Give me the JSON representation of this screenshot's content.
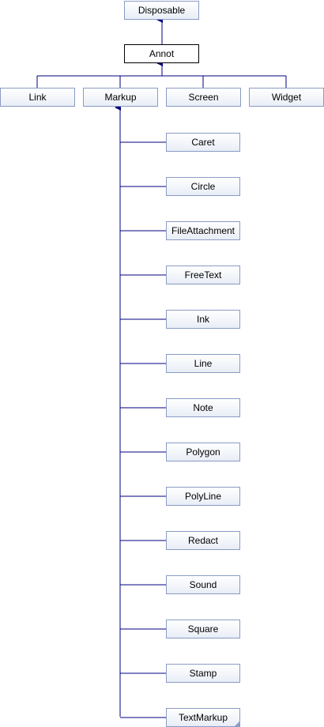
{
  "diagram": {
    "line_color": "#000080",
    "node_border_color": "#8a9bc4",
    "nodes": {
      "disposable": "Disposable",
      "annot": "Annot",
      "link": "Link",
      "markup": "Markup",
      "screen": "Screen",
      "widget": "Widget",
      "markup_children": [
        "Caret",
        "Circle",
        "FileAttachment",
        "FreeText",
        "Ink",
        "Line",
        "Note",
        "Polygon",
        "PolyLine",
        "Redact",
        "Sound",
        "Square",
        "Stamp",
        "TextMarkup"
      ]
    },
    "edges": [
      {
        "from": "Annot",
        "to": "Disposable"
      },
      {
        "from": "Link",
        "to": "Annot"
      },
      {
        "from": "Markup",
        "to": "Annot"
      },
      {
        "from": "Screen",
        "to": "Annot"
      },
      {
        "from": "Widget",
        "to": "Annot"
      },
      {
        "from": "Caret",
        "to": "Markup"
      },
      {
        "from": "Circle",
        "to": "Markup"
      },
      {
        "from": "FileAttachment",
        "to": "Markup"
      },
      {
        "from": "FreeText",
        "to": "Markup"
      },
      {
        "from": "Ink",
        "to": "Markup"
      },
      {
        "from": "Line",
        "to": "Markup"
      },
      {
        "from": "Note",
        "to": "Markup"
      },
      {
        "from": "Polygon",
        "to": "Markup"
      },
      {
        "from": "PolyLine",
        "to": "Markup"
      },
      {
        "from": "Redact",
        "to": "Markup"
      },
      {
        "from": "Sound",
        "to": "Markup"
      },
      {
        "from": "Square",
        "to": "Markup"
      },
      {
        "from": "Stamp",
        "to": "Markup"
      },
      {
        "from": "TextMarkup",
        "to": "Markup"
      }
    ]
  }
}
